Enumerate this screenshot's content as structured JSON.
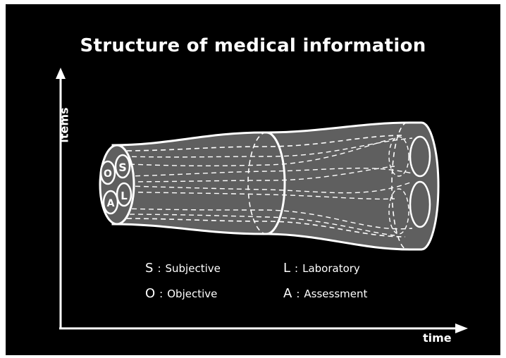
{
  "title": "Structure of medical information",
  "axes": {
    "y_label": "items",
    "x_label": "time"
  },
  "strands": [
    {
      "letter": "S"
    },
    {
      "letter": "O"
    },
    {
      "letter": "L"
    },
    {
      "letter": "A"
    }
  ],
  "legend": [
    {
      "key": "S",
      "sep": ":",
      "text": "Subjective"
    },
    {
      "key": "L",
      "sep": ":",
      "text": "Laboratory"
    },
    {
      "key": "O",
      "sep": ":",
      "text": "Objective"
    },
    {
      "key": "A",
      "sep": ":",
      "text": "Assessment"
    }
  ],
  "colors": {
    "background": "#000000",
    "tube_fill": "#5f5f5f",
    "lines": "#ffffff"
  }
}
